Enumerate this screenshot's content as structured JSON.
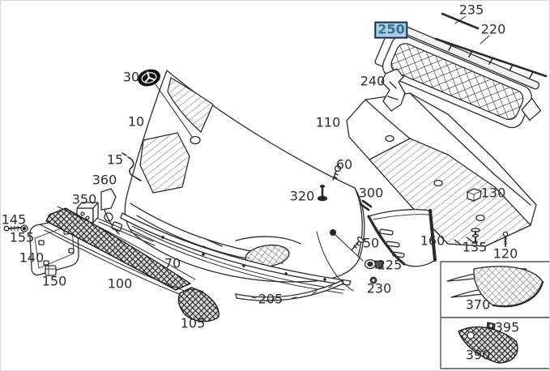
{
  "canvas": {
    "background": "#ffffff",
    "line_color": "#2b2b2b",
    "border_color": "#d8d8d8"
  },
  "highlight": {
    "background": "#a9cfe5",
    "border": "#1c2b4a",
    "text": "#3c6e96"
  },
  "diagram_type": "exploded-parts-diagram-front-bumper",
  "labels": [
    {
      "text": "235"
    },
    {
      "text": "220"
    },
    {
      "text": "250",
      "highlighted": true
    },
    {
      "text": "240"
    },
    {
      "text": "30"
    },
    {
      "text": "10"
    },
    {
      "text": "110"
    },
    {
      "text": "15"
    },
    {
      "text": "60"
    },
    {
      "text": "360"
    },
    {
      "text": "320"
    },
    {
      "text": "300"
    },
    {
      "text": "350"
    },
    {
      "text": "145"
    },
    {
      "text": "130"
    },
    {
      "text": "155"
    },
    {
      "text": "160"
    },
    {
      "text": "135"
    },
    {
      "text": "120"
    },
    {
      "text": "50"
    },
    {
      "text": "225"
    },
    {
      "text": "140"
    },
    {
      "text": "230"
    },
    {
      "text": "150"
    },
    {
      "text": "100"
    },
    {
      "text": "70"
    },
    {
      "text": "205"
    },
    {
      "text": "105"
    },
    {
      "text": "370"
    },
    {
      "text": "395"
    },
    {
      "text": "390"
    }
  ]
}
